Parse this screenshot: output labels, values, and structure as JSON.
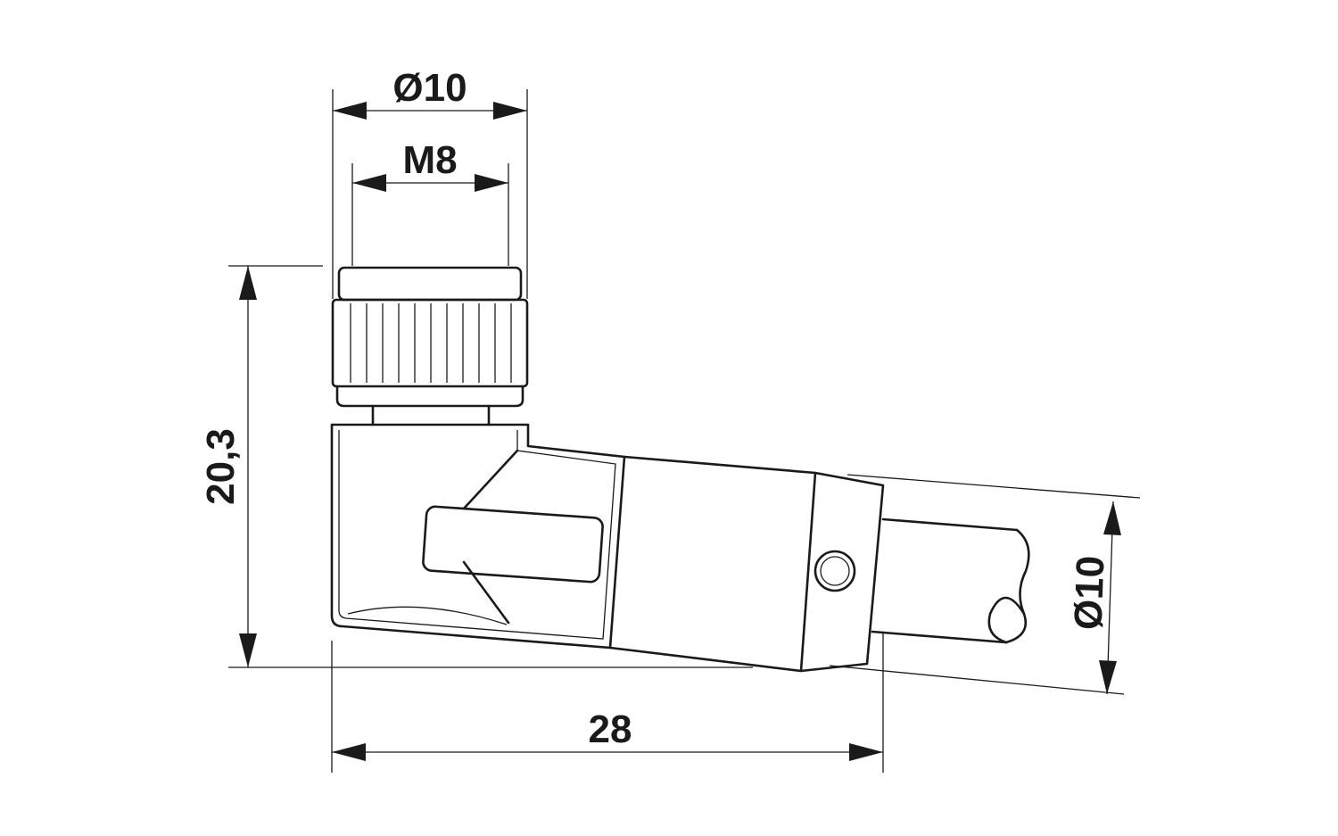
{
  "diagram": {
    "dimensions": {
      "top_diameter": "Ø10",
      "thread": "M8",
      "height": "20,3",
      "length": "28",
      "cable_diameter": "Ø10"
    }
  }
}
